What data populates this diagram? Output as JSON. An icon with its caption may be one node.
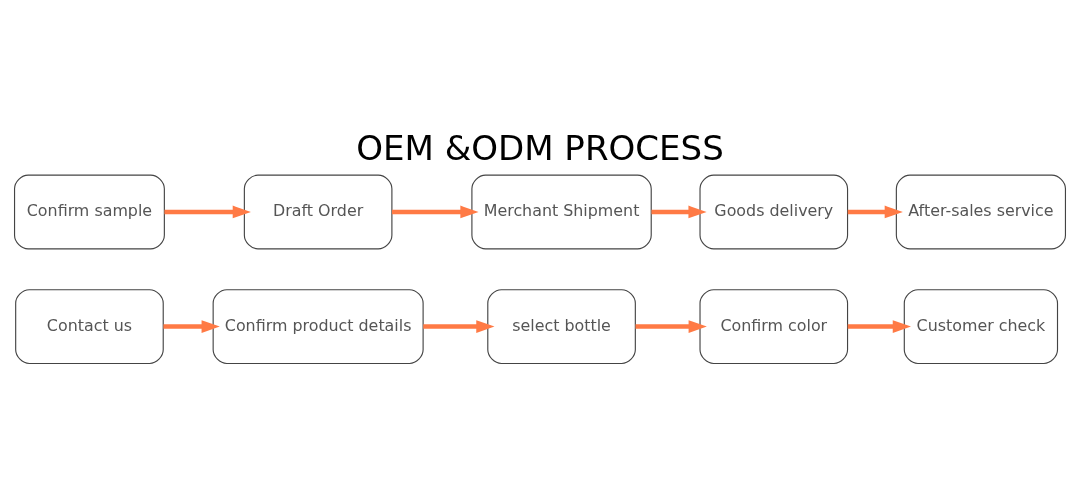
{
  "diagram": {
    "title": "OEM &ODM PROCESS",
    "nodes": [
      {
        "text": [
          "Contact us"
        ]
      },
      {
        "text": [
          "Confirm product details"
        ]
      },
      {
        "text": [
          "select bottle"
        ]
      },
      {
        "text": [
          "Confirm color"
        ]
      },
      {
        "text": [
          "Customer check"
        ]
      },
      {
        "text": [
          "Confirm sample"
        ]
      },
      {
        "text": [
          "Draft Order"
        ]
      },
      {
        "text": [
          "Merchant Shipment"
        ]
      },
      {
        "text": [
          "Goods delivery"
        ]
      },
      {
        "text": [
          "After-sales service"
        ]
      }
    ],
    "edges": [
      {
        "from": 0,
        "to": 1,
        "arrow": "to"
      },
      {
        "from": 1,
        "to": 2,
        "arrow": "to"
      },
      {
        "from": 2,
        "to": 3,
        "arrow": "to"
      },
      {
        "from": 3,
        "to": 4,
        "arrow": "to"
      },
      {
        "from": 5,
        "to": 6,
        "arrow": "to"
      },
      {
        "from": 6,
        "to": 7,
        "arrow": "to"
      },
      {
        "from": 7,
        "to": 8,
        "arrow": "to"
      },
      {
        "from": 8,
        "to": 9,
        "arrow": "to"
      }
    ]
  }
}
